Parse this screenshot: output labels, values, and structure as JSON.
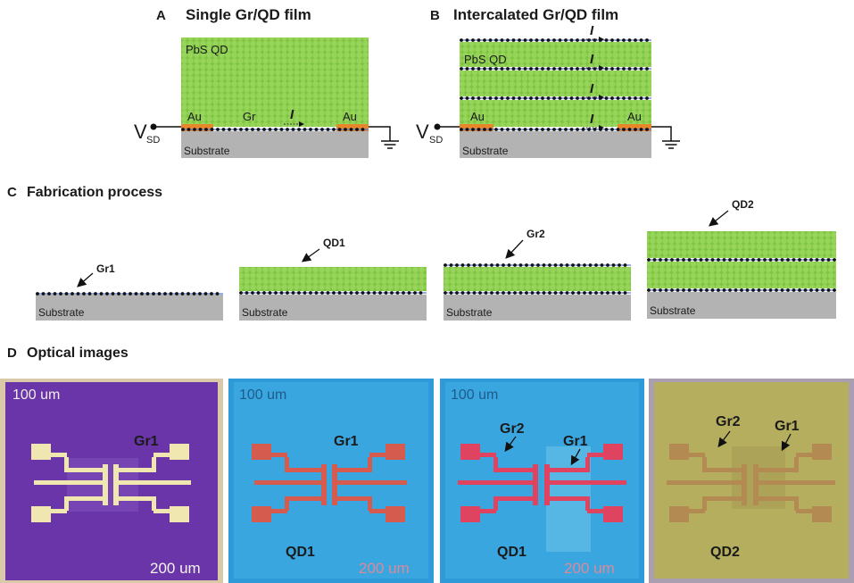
{
  "colors": {
    "qd": "#8fd14f",
    "qd_edge": "#6aa836",
    "substrate": "#b3b3b3",
    "gold": "#e8872a",
    "graphene_dot": "#111111",
    "graphene_line": "#5a7bd6",
    "purple_chip": "#6a35a8",
    "cyan_chip": "#3aa6e0",
    "olive_chip": "#b5ae5e"
  },
  "panelA": {
    "letter": "A",
    "title": "Single Gr/QD film",
    "qd_label": "PbS QD",
    "au_left": "Au",
    "au_right": "Au",
    "gr_label": "Gr",
    "current": "I",
    "source": "V",
    "source_sub": "SD",
    "substrate": "Substrate"
  },
  "panelB": {
    "letter": "B",
    "title": "Intercalated Gr/QD film",
    "qd_label": "PbS QD",
    "au_left": "Au",
    "au_right": "Au",
    "current": "I",
    "source": "V",
    "source_sub": "SD",
    "substrate": "Substrate"
  },
  "panelC": {
    "letter": "C",
    "title": "Fabrication process",
    "steps": [
      {
        "label": "Gr1",
        "substrate": "Substrate"
      },
      {
        "label": "QD1",
        "substrate": "Substrate"
      },
      {
        "label": "Gr2",
        "substrate": "Substrate"
      },
      {
        "label": "QD2",
        "substrate": "Substrate"
      }
    ]
  },
  "panelD": {
    "letter": "D",
    "title": "Optical images",
    "images": [
      {
        "scale_top": "100 um",
        "scale_bottom": "200 um",
        "labels": [
          "Gr1"
        ]
      },
      {
        "scale_top": "100 um",
        "scale_bottom": "200 um",
        "labels": [
          "Gr1",
          "QD1"
        ]
      },
      {
        "scale_top": "100 um",
        "scale_bottom": "200 um",
        "labels": [
          "Gr2",
          "Gr1",
          "QD1"
        ]
      },
      {
        "labels": [
          "Gr2",
          "Gr1",
          "QD2"
        ]
      }
    ]
  }
}
